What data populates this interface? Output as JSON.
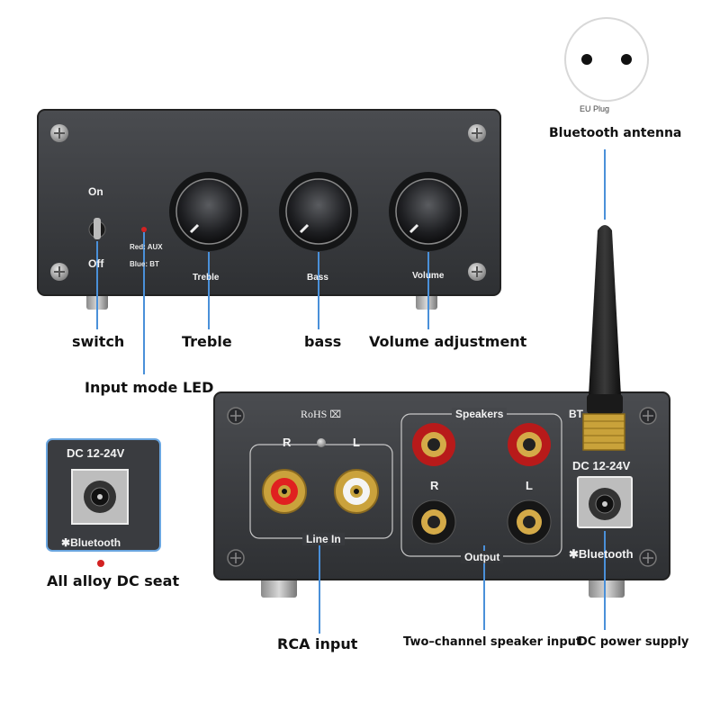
{
  "plug": {
    "caption": "EU Plug"
  },
  "front_panel": {
    "switch_on": "On",
    "switch_off": "Off",
    "led_red": "Red: AUX",
    "led_blue": "Blue: BT",
    "knob_treble": "Treble",
    "knob_bass": "Bass",
    "knob_volume": "Volume"
  },
  "rear_panel": {
    "rohs": "RoHS",
    "right": "R",
    "left": "L",
    "line_in": "Line In",
    "speakers": "Speakers",
    "spk_r": "R",
    "spk_l": "L",
    "output": "Output",
    "bt": "BT",
    "dc_rating": "DC 12-24V",
    "bluetooth": "Bluetooth"
  },
  "inset": {
    "dc_rating": "DC 12-24V",
    "bluetooth": "Bluetooth"
  },
  "callouts": {
    "switch": "switch",
    "treble": "Treble",
    "bass": "bass",
    "volume": "Volume adjustment",
    "input_led": "Input mode LED",
    "bluetooth_antenna": "Bluetooth antenna",
    "dc_seat": "All alloy DC seat",
    "rca_input": "RCA input",
    "speaker_input": "Two–channel speaker input",
    "dc_power": "DC power supply"
  },
  "colors": {
    "callout_line": "#4a90d9",
    "body": "#3a3c40",
    "gold": "#c9a23a",
    "led": "#d32222"
  }
}
